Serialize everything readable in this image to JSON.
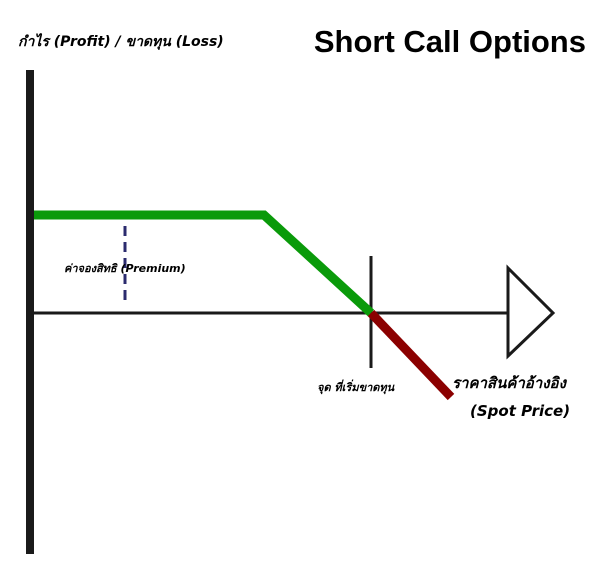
{
  "title": "Short Call Options",
  "y_axis_label": "กำไร (Profit) / ขาดทุน (Loss)",
  "x_axis_label_th": "ราคาสินค้าอ้างอิง",
  "x_axis_label_en": "(Spot Price)",
  "premium_label": "ค่าจองสิทธิ (Premium)",
  "breakeven_label": "จุด ที่เริ่มขาดทุน",
  "colors": {
    "axis": "#1a1a1a",
    "profit_line": "#0a9a0a",
    "loss_line": "#8b0000",
    "premium_marker": "#2b2b6e",
    "text": "#000000"
  }
}
